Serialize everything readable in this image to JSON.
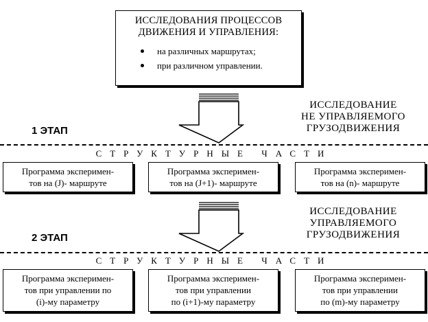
{
  "top_box": {
    "title_lines": [
      "ИССЛЕДОВАНИЯ ПРОЦЕССОВ",
      "ДВИЖЕНИЯ И УПРАВЛЕНИЯ:"
    ],
    "bullets": [
      "на различных маршрутах;",
      "при различном управлении."
    ]
  },
  "stage1": {
    "label": "1 ЭТАП",
    "research_lines": [
      "ИССЛЕДОВАНИЕ",
      "НЕ УПРАВЛЯЕМОГО",
      "ГРУЗОДВИЖЕНИЯ"
    ],
    "structure_label": "СТРУКТУРНЫЕ ЧАСТИ",
    "programs": [
      {
        "lines": [
          "Программа эксперимен-",
          "тов на (J)- маршруте"
        ]
      },
      {
        "lines": [
          "Программа эксперимен-",
          "тов на (J+1)- маршруте"
        ]
      },
      {
        "lines": [
          "Программа эксперимен-",
          "тов на (n)- маршруте"
        ]
      }
    ]
  },
  "stage2": {
    "label": "2 ЭТАП",
    "research_lines": [
      "ИССЛЕДОВАНИЕ",
      "УПРАВЛЯЕМОГО",
      "ГРУЗОДВИЖЕНИЯ"
    ],
    "structure_label": "СТРУКТУРНЫЕ ЧАСТИ",
    "programs": [
      {
        "lines": [
          "Программа эксперимен-",
          "тов при управлении по",
          "(i)-му параметру"
        ]
      },
      {
        "lines": [
          "Программа эксперимен-",
          "тов при управлении",
          "по (i+1)-му параметру"
        ]
      },
      {
        "lines": [
          "Программа эксперимен-",
          "тов при управлении",
          "по (m)-му параметру"
        ]
      }
    ]
  }
}
